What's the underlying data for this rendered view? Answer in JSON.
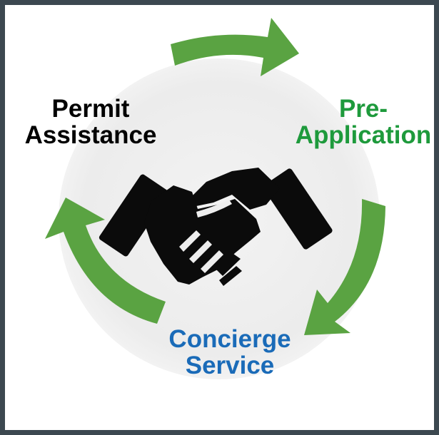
{
  "cycle": {
    "permit_assistance": {
      "line1": "Permit",
      "line2": "Assistance",
      "color": "#000000"
    },
    "pre_application": {
      "line1": "Pre-",
      "line2": "Application",
      "color": "#1e9a3c"
    },
    "concierge_service": {
      "line1": "Concierge",
      "line2": "Service",
      "color": "#1a6bb8"
    },
    "arrow_color": "#5aa342",
    "center_icon": "handshake-icon"
  },
  "colors": {
    "page_border": "#3c4850",
    "background": "#ffffff"
  }
}
